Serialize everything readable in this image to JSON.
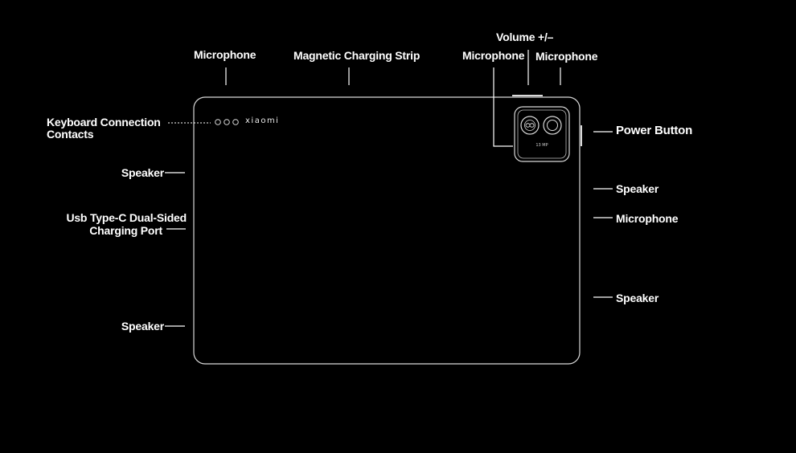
{
  "device": {
    "brand_logo": "xiaomi",
    "camera_spec": "13 MP"
  },
  "labels": {
    "top_left_microphone": "Microphone",
    "magnetic_charging_strip": "Magnetic Charging Strip",
    "volume": "Volume +/–",
    "top_right_microphone_left": "Microphone",
    "top_right_microphone_right": "Microphone",
    "keyboard_contacts_line1": "Keyboard Connection",
    "keyboard_contacts_line2": "Contacts",
    "left_speaker_top": "Speaker",
    "usb_port_line1": "Usb Type-C Dual-Sided",
    "usb_port_line2": "Charging Port",
    "left_speaker_bottom": "Speaker",
    "power_button": "Power Button",
    "right_speaker_top": "Speaker",
    "right_microphone": "Microphone",
    "right_speaker_bottom": "Speaker"
  },
  "colors": {
    "background": "#000000",
    "outline": "#d9d9d9",
    "text": "#ffffff"
  }
}
